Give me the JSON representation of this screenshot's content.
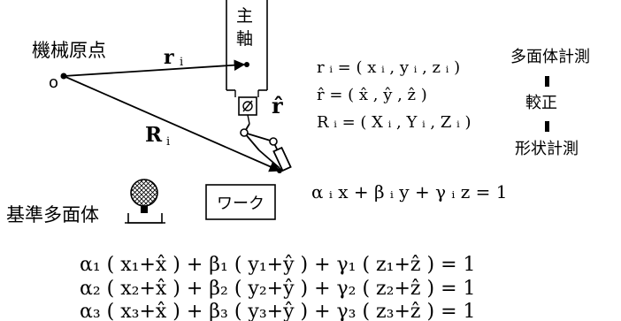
{
  "labels": {
    "machine_origin": "機械原点",
    "origin_point": "o",
    "spindle_char1": "主",
    "spindle_char2": "軸",
    "reference_polyhedron": "基準多面体",
    "work": "ワーク"
  },
  "vectors": {
    "r_i_symbol": "r",
    "r_i_subscript": "i",
    "R_i_symbol": "R",
    "R_i_subscript": "i",
    "r_hat_symbol": "r̂"
  },
  "definitions": {
    "r_def": "r ᵢ = ( x ᵢ , y ᵢ , z ᵢ )",
    "rhat_def": "r̂ = ( x̂ , ŷ , ẑ )",
    "R_def": "R ᵢ = ( X ᵢ , Y ᵢ , Z ᵢ )"
  },
  "process_flow": {
    "step1": "多面体計測",
    "step2": "較正",
    "step3": "形状計測"
  },
  "plane_equation": "α ᵢ x + β ᵢ y + γ ᵢ z = 1",
  "system_equations": [
    "α₁ ( x₁+x̂ ) + β₁ ( y₁+ŷ ) + γ₁ ( z₁+ẑ ) = 1",
    "α₂ ( x₂+x̂ ) + β₂ ( y₂+ŷ ) + γ₂ ( z₂+ẑ ) = 1",
    "α₃ ( x₃+x̂ ) + β₃ ( y₃+ŷ ) + γ₃ ( z₃+ẑ ) = 1"
  ]
}
